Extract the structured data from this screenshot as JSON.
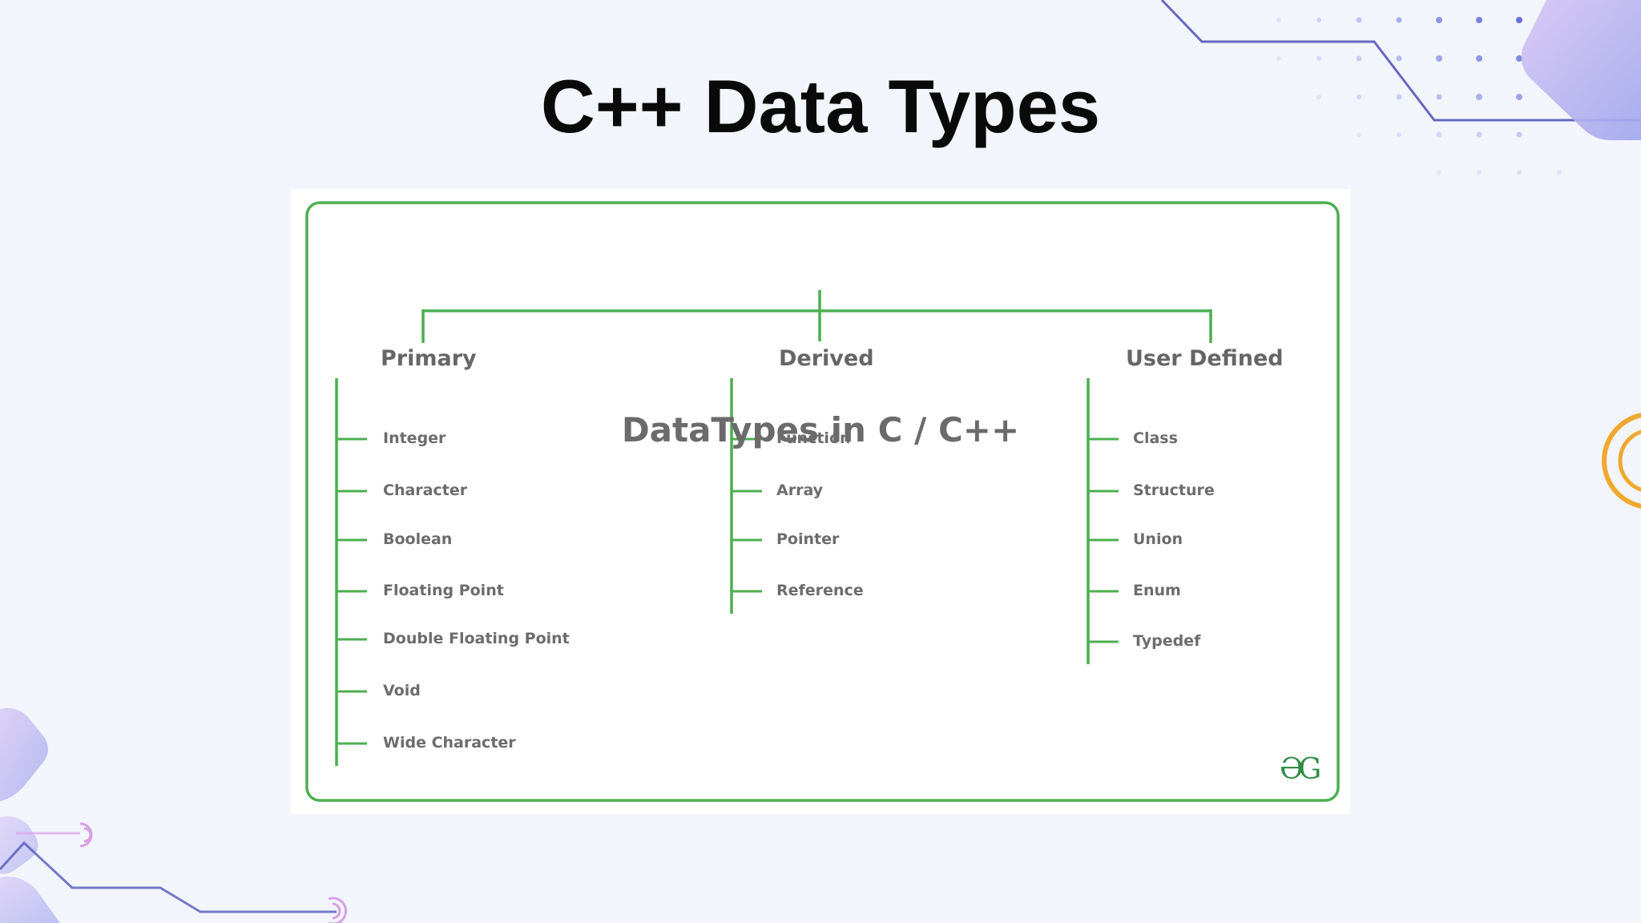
{
  "slide": {
    "title": "C++ Data Types"
  },
  "diagram": {
    "title": "DataTypes in C / C++",
    "accent_color": "#4caf50",
    "logo_text": "ƏG",
    "categories": [
      {
        "label": "Primary",
        "items": [
          "Integer",
          "Character",
          "Boolean",
          "Floating Point",
          "Double Floating Point",
          "Void",
          "Wide Character"
        ]
      },
      {
        "label": "Derived",
        "items": [
          "Function",
          "Array",
          "Pointer",
          "Reference"
        ]
      },
      {
        "label": "User Defined",
        "items": [
          "Class",
          "Structure",
          "Union",
          "Enum",
          "Typedef"
        ]
      }
    ]
  }
}
